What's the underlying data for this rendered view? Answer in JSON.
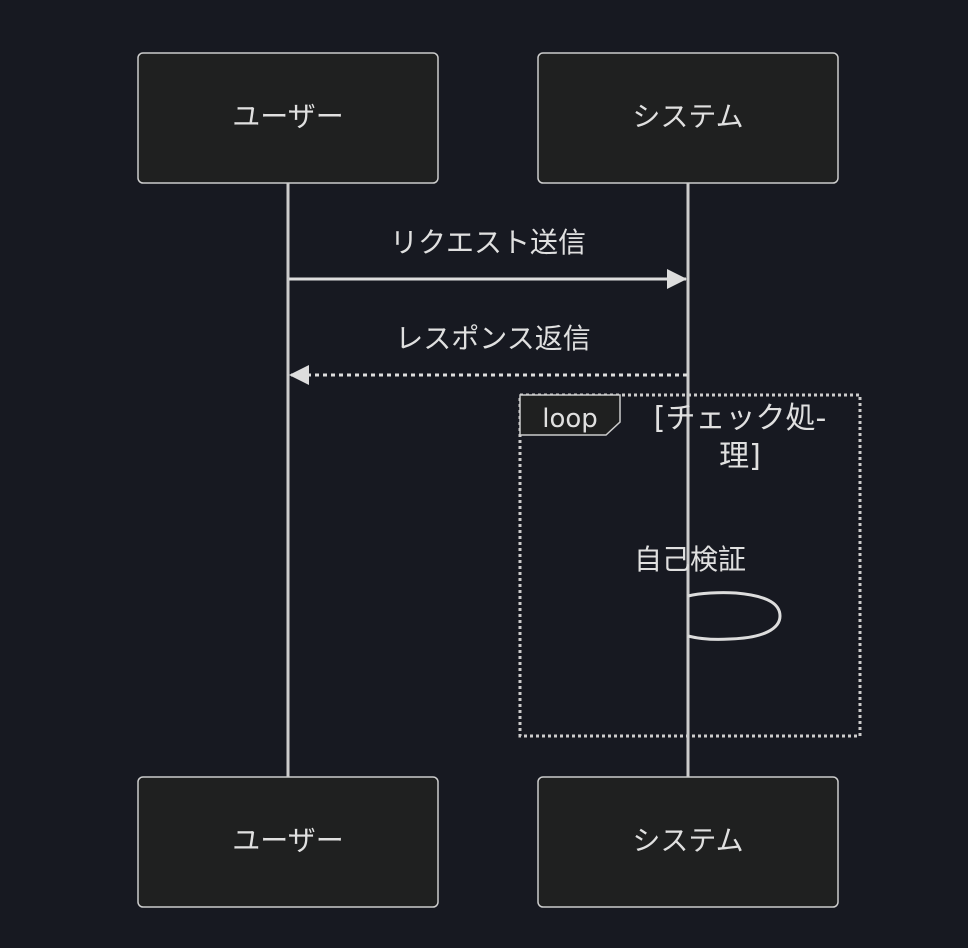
{
  "participants": [
    {
      "id": "user",
      "label": "ユーザー"
    },
    {
      "id": "system",
      "label": "システム"
    }
  ],
  "messages": [
    {
      "from": "user",
      "to": "system",
      "label": "リクエスト送信",
      "style": "solid"
    },
    {
      "from": "system",
      "to": "user",
      "label": "レスポンス返信",
      "style": "dashed"
    }
  ],
  "loop": {
    "keyword": "loop",
    "condition_line1": "[チェック処-",
    "condition_line2": "理]",
    "self_message": {
      "participant": "system",
      "label": "自己検証"
    }
  },
  "colors": {
    "background": "#171921",
    "box_fill": "#1f2020",
    "stroke": "#cccccc",
    "text": "#e0e0e0"
  }
}
